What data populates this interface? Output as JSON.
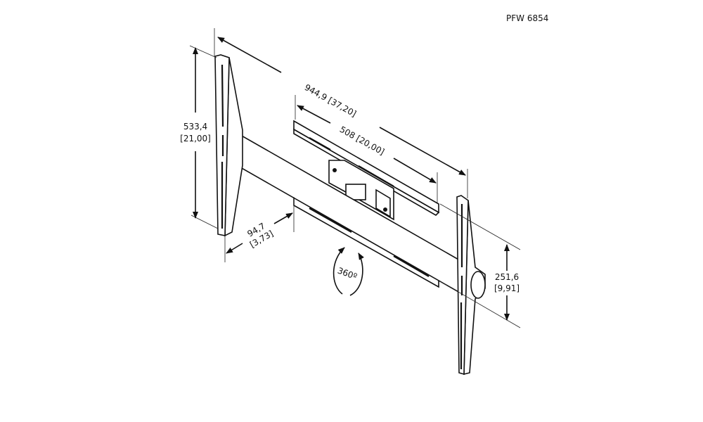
{
  "model": "PFW 6854",
  "dimensions": {
    "overall_width": {
      "mm": "944,9",
      "in": "[37,20]"
    },
    "interface_width": {
      "mm": "508",
      "in": "[20,00]"
    },
    "height": {
      "mm": "533,4",
      "in": "[21,00]"
    },
    "depth": {
      "mm": "94,7",
      "in": "[3,73]"
    },
    "beam_height": {
      "mm": "251,6",
      "in": "[9,91]"
    },
    "rotation": "360º"
  }
}
